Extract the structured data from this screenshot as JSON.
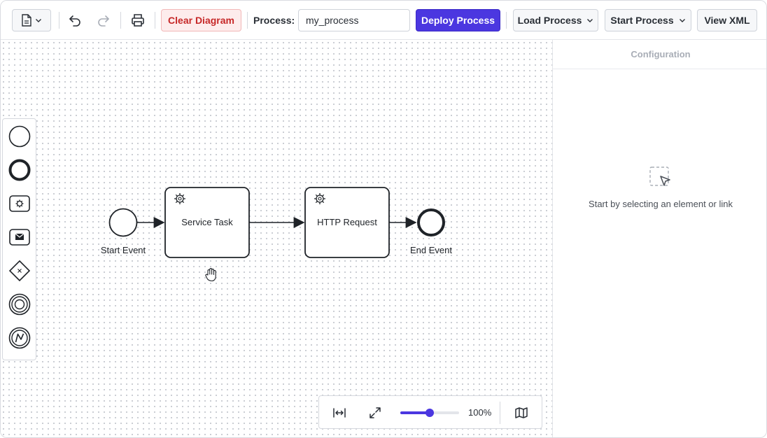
{
  "toolbar": {
    "file_menu_icon": "document-icon",
    "undo_icon": "undo-icon",
    "redo_icon": "redo-icon",
    "print_icon": "print-icon",
    "clear_label": "Clear Diagram",
    "process_label": "Process:",
    "process_value": "my_process",
    "deploy_label": "Deploy Process",
    "load_label": "Load Process",
    "start_label": "Start Process",
    "view_xml_label": "View XML"
  },
  "palette": {
    "items": [
      {
        "name": "start-event",
        "icon": "start-event-icon"
      },
      {
        "name": "end-event",
        "icon": "end-event-icon"
      },
      {
        "name": "service-task",
        "icon": "service-task-icon"
      },
      {
        "name": "message-task",
        "icon": "message-task-icon"
      },
      {
        "name": "exclusive-gateway",
        "icon": "exclusive-gateway-icon"
      },
      {
        "name": "intermediate-event",
        "icon": "intermediate-event-icon"
      },
      {
        "name": "error-event",
        "icon": "error-event-icon"
      }
    ]
  },
  "diagram": {
    "start_event": "Start Event",
    "task1": "Service Task",
    "task2": "HTTP Request",
    "end_event": "End Event"
  },
  "properties": {
    "title": "Configuration",
    "empty_text": "Start by selecting an element or link",
    "empty_icon": "select-pointer-icon"
  },
  "zoom": {
    "fit_icon": "fit-width-icon",
    "expand_icon": "expand-icon",
    "level": 0.5,
    "label": "100%",
    "map_icon": "map-icon"
  },
  "colors": {
    "primary": "#4b37e0",
    "danger": "#c62828",
    "danger_bg": "#fdecec"
  }
}
